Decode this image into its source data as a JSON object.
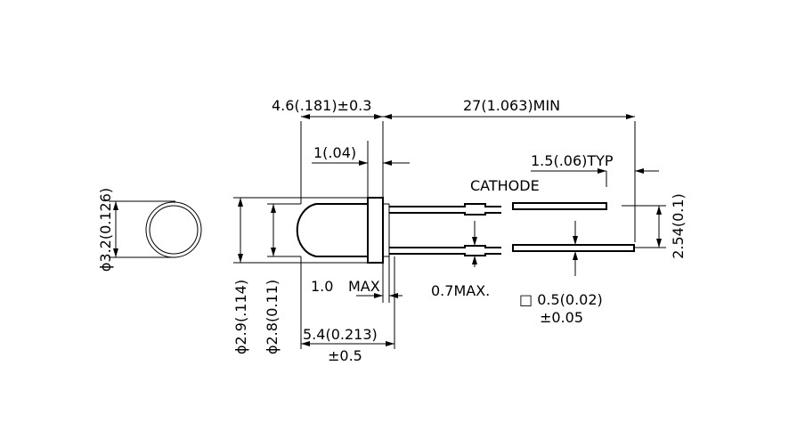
{
  "labels": {
    "lens_dia": "ϕ3.2(0.126)",
    "body_len": "4.6(.181)±0.3",
    "lead_len": "27(1.063)MIN",
    "flange": "1(.04)",
    "bend": "1.5(.06)TYP",
    "cathode": "CATHODE",
    "pitch": "2.54(0.1)",
    "max_a": "1.0",
    "max_b": "MAX",
    "lead_max": "0.7MAX.",
    "sq_lead": "□ 0.5(0.02)",
    "sq_tol": "±0.05",
    "d_flange": "ϕ2.9(.114)",
    "d_body": "ϕ2.8(0.11)",
    "total": "5.4(0.213)",
    "total_tol": "±0.5"
  }
}
